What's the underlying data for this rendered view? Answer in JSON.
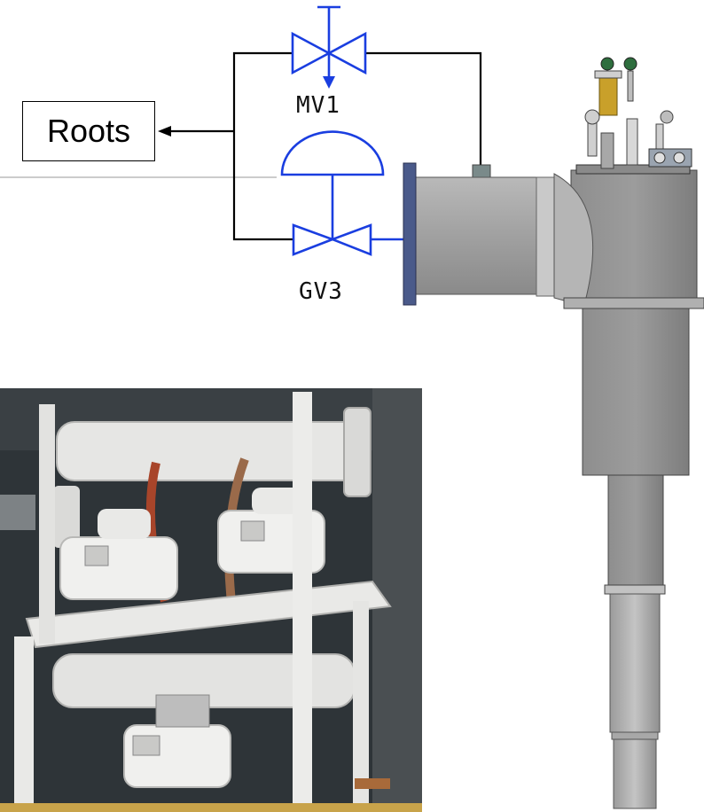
{
  "diagram": {
    "pump_label": "Roots",
    "valve_top_label": "MV1",
    "valve_bottom_label": "GV3"
  },
  "colors": {
    "pipe_line": "#000000",
    "valve_symbol": "#1a3ee0",
    "chamber_steel": "#9a9a9a",
    "chamber_dark": "#6e6e6e",
    "flange_blue": "#4a5a8a",
    "photo_wall": "#2e3438",
    "frame_white": "#e6e6e4",
    "strap_red": "#a8452a",
    "strap_tan": "#9a6a4a"
  },
  "photo": {
    "subject": "roots-pump-stack-photo"
  }
}
